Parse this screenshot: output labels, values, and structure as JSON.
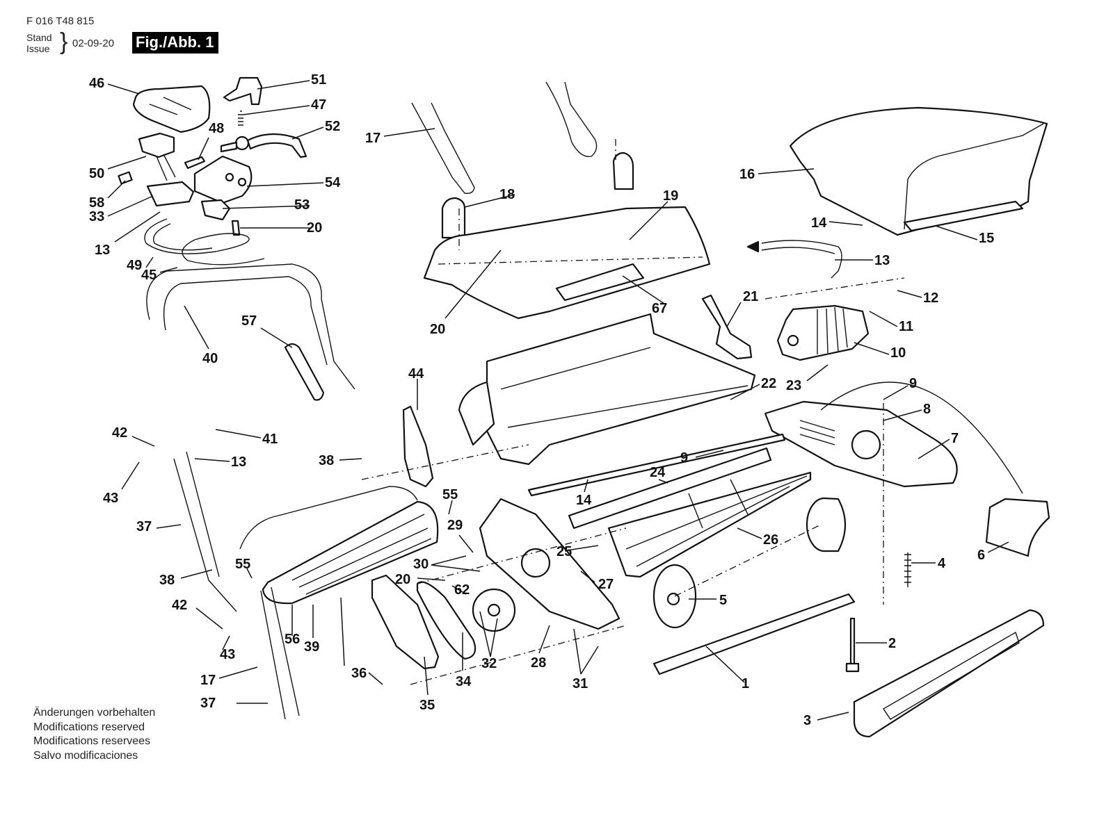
{
  "header": {
    "document_code": "F 016 T48 815",
    "stand_label": "Stand",
    "issue_label": "Issue",
    "date": "02-09-20",
    "figure_label": "Fig./Abb. 1"
  },
  "footer": {
    "lines": [
      "Änderungen vorbehalten",
      "Modifications reserved",
      "Modifications reservees",
      "Salvo modificaciones"
    ]
  },
  "diagram": {
    "subject": "Exploded view of cylinder lawn mower",
    "callouts": [
      {
        "id": "c46",
        "label": "46"
      },
      {
        "id": "c51",
        "label": "51"
      },
      {
        "id": "c47",
        "label": "47"
      },
      {
        "id": "c48",
        "label": "48"
      },
      {
        "id": "c52",
        "label": "52"
      },
      {
        "id": "c50",
        "label": "50"
      },
      {
        "id": "c54",
        "label": "54"
      },
      {
        "id": "c58",
        "label": "58"
      },
      {
        "id": "c33",
        "label": "33"
      },
      {
        "id": "c53",
        "label": "53"
      },
      {
        "id": "c13a",
        "label": "13"
      },
      {
        "id": "c20a",
        "label": "20"
      },
      {
        "id": "c49",
        "label": "49"
      },
      {
        "id": "c45",
        "label": "45"
      },
      {
        "id": "c17a",
        "label": "17"
      },
      {
        "id": "c18",
        "label": "18"
      },
      {
        "id": "c19",
        "label": "19"
      },
      {
        "id": "c20b",
        "label": "20"
      },
      {
        "id": "c67",
        "label": "67"
      },
      {
        "id": "c16",
        "label": "16"
      },
      {
        "id": "c14a",
        "label": "14"
      },
      {
        "id": "c15",
        "label": "15"
      },
      {
        "id": "c13b",
        "label": "13"
      },
      {
        "id": "c12",
        "label": "12"
      },
      {
        "id": "c11",
        "label": "11"
      },
      {
        "id": "c10",
        "label": "10"
      },
      {
        "id": "c21",
        "label": "21"
      },
      {
        "id": "c23",
        "label": "23"
      },
      {
        "id": "c22",
        "label": "22"
      },
      {
        "id": "c9a",
        "label": "9"
      },
      {
        "id": "c8",
        "label": "8"
      },
      {
        "id": "c7",
        "label": "7"
      },
      {
        "id": "c9b",
        "label": "9"
      },
      {
        "id": "c24",
        "label": "24"
      },
      {
        "id": "c14b",
        "label": "14"
      },
      {
        "id": "c57",
        "label": "57"
      },
      {
        "id": "c40",
        "label": "40"
      },
      {
        "id": "c44",
        "label": "44"
      },
      {
        "id": "c42a",
        "label": "42"
      },
      {
        "id": "c41",
        "label": "41"
      },
      {
        "id": "c13c",
        "label": "13"
      },
      {
        "id": "c38a",
        "label": "38"
      },
      {
        "id": "c43a",
        "label": "43"
      },
      {
        "id": "c37a",
        "label": "37"
      },
      {
        "id": "c38b",
        "label": "38"
      },
      {
        "id": "c55a",
        "label": "55"
      },
      {
        "id": "c55b",
        "label": "55"
      },
      {
        "id": "c29",
        "label": "29"
      },
      {
        "id": "c42b",
        "label": "42"
      },
      {
        "id": "c30",
        "label": "30"
      },
      {
        "id": "c20c",
        "label": "20"
      },
      {
        "id": "c62",
        "label": "62"
      },
      {
        "id": "c43b",
        "label": "43"
      },
      {
        "id": "c56",
        "label": "56"
      },
      {
        "id": "c39",
        "label": "39"
      },
      {
        "id": "c17b",
        "label": "17"
      },
      {
        "id": "c37b",
        "label": "37"
      },
      {
        "id": "c36",
        "label": "36"
      },
      {
        "id": "c35",
        "label": "35"
      },
      {
        "id": "c34",
        "label": "34"
      },
      {
        "id": "c32",
        "label": "32"
      },
      {
        "id": "c28",
        "label": "28"
      },
      {
        "id": "c31",
        "label": "31"
      },
      {
        "id": "c25",
        "label": "25"
      },
      {
        "id": "c27",
        "label": "27"
      },
      {
        "id": "c26",
        "label": "26"
      },
      {
        "id": "c5",
        "label": "5"
      },
      {
        "id": "c1",
        "label": "1"
      },
      {
        "id": "c4",
        "label": "4"
      },
      {
        "id": "c6",
        "label": "6"
      },
      {
        "id": "c2",
        "label": "2"
      },
      {
        "id": "c3",
        "label": "3"
      }
    ]
  }
}
